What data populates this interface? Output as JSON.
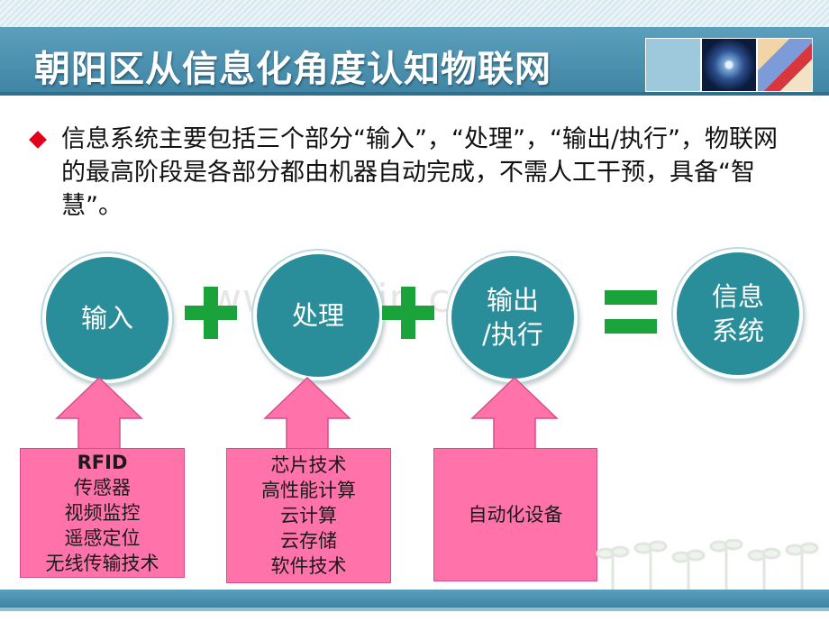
{
  "header": {
    "title": "朝阳区从信息化角度认知物联网"
  },
  "intro": {
    "text": "信息系统主要包括三个部分“输入”，“处理”，“输出/执行”，物联网的最高阶段是各部分都由机器自动完成，不需人工干预，具备“智慧”。"
  },
  "watermark": "www.zixin.com.cn",
  "flow": {
    "input": {
      "lines": [
        "输入"
      ]
    },
    "process": {
      "lines": [
        "处理"
      ]
    },
    "output": {
      "lines": [
        "输出",
        "/执行"
      ]
    },
    "result": {
      "lines": [
        "信息",
        "系统"
      ]
    }
  },
  "technologies": {
    "input": [
      "RFID",
      "传感器",
      "视频监控",
      "遥感定位",
      "无线传输技术"
    ],
    "process": [
      "芯片技术",
      "高性能计算",
      "云计算",
      "云存储",
      "软件技术"
    ],
    "output": [
      "自动化设备"
    ]
  },
  "colors": {
    "title_bar": "#4a90b0",
    "circle": "#2a8e9a",
    "operator": "#1aa33a",
    "pink": "#ff73aa",
    "bullet": "#e0001a"
  }
}
